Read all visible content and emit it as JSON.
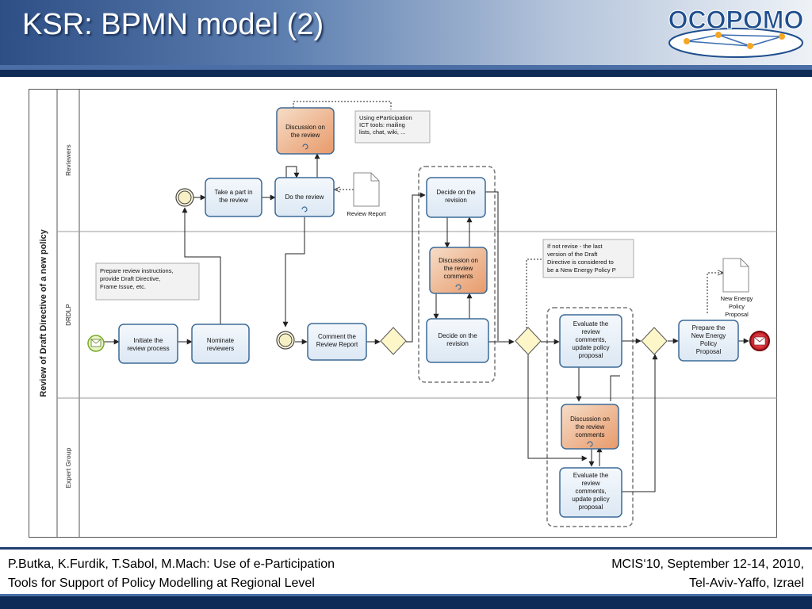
{
  "slide": {
    "title": "KSR: BPMN model (2)",
    "logo_text": "OCOPOMO"
  },
  "diagram": {
    "pool_label": "Review of Draft Directive of a new policy",
    "lanes": [
      "Reviewers",
      "DRDLP",
      "Expert Group"
    ],
    "tasks": {
      "discussion_top": [
        "Discussion on",
        "the review"
      ],
      "take_part": [
        "Take a part in",
        "the review"
      ],
      "do_review": [
        "Do the review"
      ],
      "decide_top": [
        "Decide on the",
        "revision"
      ],
      "discussion_mid": [
        "Discussion on",
        "the review",
        "comments"
      ],
      "decide_bottom": [
        "Decide on the",
        "revision"
      ],
      "initiate": [
        "Initiate the",
        "review process"
      ],
      "nominate": [
        "Nominate",
        "reviewers"
      ],
      "comment_report": [
        "Comment the",
        "Review Report"
      ],
      "evaluate_top": [
        "Evaluate the",
        "review",
        "comments,",
        "update policy",
        "proposal"
      ],
      "discussion_right": [
        "Discussion on",
        "the review",
        "comments"
      ],
      "evaluate_bottom": [
        "Evaluate the",
        "review",
        "comments,",
        "update policy",
        "proposal"
      ],
      "prepare": [
        "Prepare the",
        "New Energy",
        "Policy",
        "Proposal"
      ]
    },
    "annotations": {
      "eparticipation": [
        "Using eParticipation",
        "ICT tools: mailing",
        "lists, chat, wiki, ..."
      ],
      "instructions": [
        "Prepare review instructions,",
        "provide Draft Directive,",
        "Frame Issue, etc."
      ],
      "not_revise": [
        "If not revise - the last",
        "version of the Draft",
        "Directive is considered to",
        "be a New Energy Policy P"
      ]
    },
    "documents": {
      "review_report": "Review Report",
      "new_energy": [
        "New Energy",
        "Policy",
        "Proposal"
      ]
    }
  },
  "footer": {
    "left_line1": "P.Butka, K.Furdik, T.Sabol, M.Mach: Use of e-Participation",
    "left_line2": "Tools for Support of Policy Modelling at Regional Level",
    "right_line1": "MCIS‘10, September 12-14, 2010,",
    "right_line2": "Tel-Aviv-Yaffo, Izrael"
  }
}
